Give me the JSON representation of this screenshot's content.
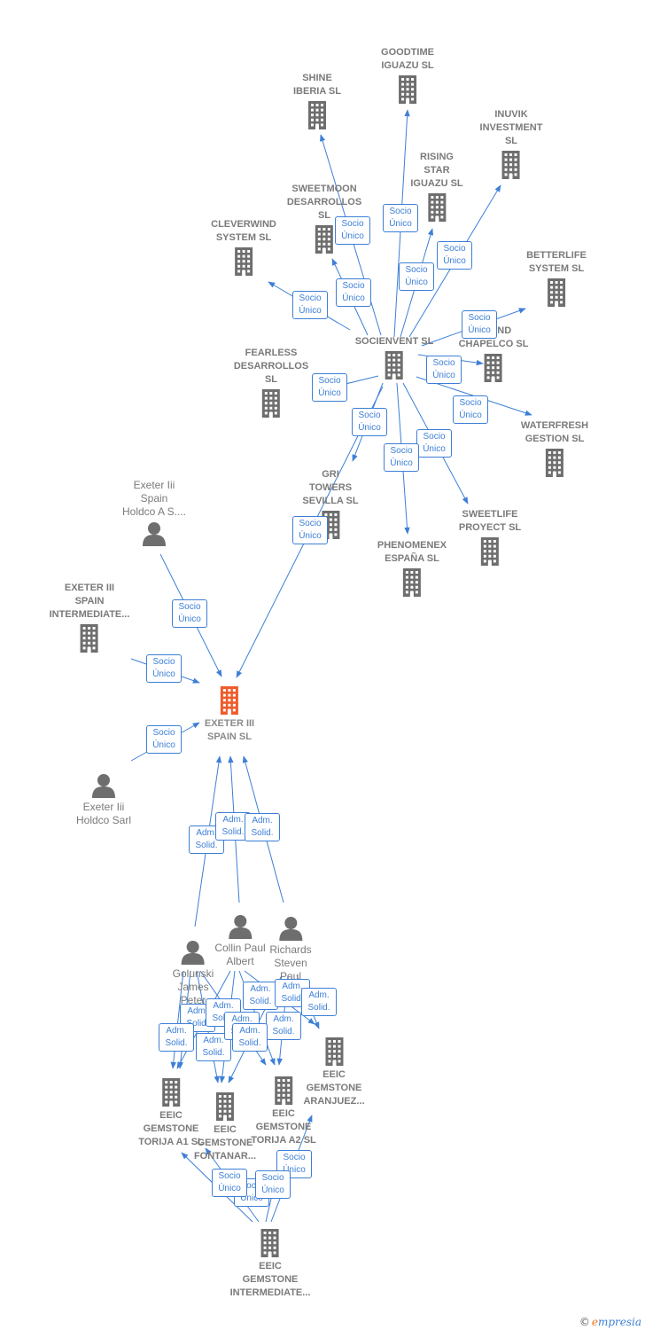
{
  "colors": {
    "edge": "#3d7fd6",
    "node_icon": "#6e6e6e",
    "main_icon": "#ef5b2b",
    "text": "#7a7a7a"
  },
  "badge_labels": {
    "socio_unico": "Socio\nÚnico",
    "adm_solid": "Adm.\nSolid."
  },
  "nodes": [
    {
      "id": "goodtime",
      "type": "company",
      "label": "GOODTIME\nIGUAZU SL"
    },
    {
      "id": "shine",
      "type": "company",
      "label": "SHINE\nIBERIA SL"
    },
    {
      "id": "inuvik",
      "type": "company",
      "label": "INUVIK\nINVESTMENT\nSL"
    },
    {
      "id": "rising",
      "type": "company",
      "label": "RISING\nSTAR\nIGUAZU SL"
    },
    {
      "id": "sweetmoon",
      "type": "company",
      "label": "SWEETMOON\nDESARROLLOS\nSL"
    },
    {
      "id": "cleverwind",
      "type": "company",
      "label": "CLEVERWIND\nSYSTEM SL"
    },
    {
      "id": "betterlife",
      "type": "company",
      "label": "BETTERLIFE\nSYSTEM SL"
    },
    {
      "id": "socienvent",
      "type": "company",
      "label": "SOCIENVENT SL"
    },
    {
      "id": "chapelco",
      "type": "company",
      "label": "…WIND\nCHAPELCO SL"
    },
    {
      "id": "fearless",
      "type": "company",
      "label": "FEARLESS\nDESARROLLOS\nSL"
    },
    {
      "id": "waterfresh",
      "type": "company",
      "label": "WATERFRESH\nGESTION SL"
    },
    {
      "id": "gri",
      "type": "company",
      "label": "GRI\nTOWERS\nSEVILLA SL"
    },
    {
      "id": "sweetlife",
      "type": "company",
      "label": "SWEETLIFE\nPROYECT SL"
    },
    {
      "id": "phenomenex",
      "type": "company",
      "label": "PHENOMENEX\nESPAÑA SL"
    },
    {
      "id": "holdco_a",
      "type": "person",
      "label": "Exeter Iii\nSpain\nHoldco A S...."
    },
    {
      "id": "intermediate",
      "type": "company",
      "label": "EXETER III\nSPAIN\nINTERMEDIATE..."
    },
    {
      "id": "main",
      "type": "main",
      "label": "EXETER III\nSPAIN SL"
    },
    {
      "id": "holdco_sarl",
      "type": "person",
      "label": "Exeter Iii\nHoldco Sarl"
    },
    {
      "id": "collin",
      "type": "person",
      "label": "Collin Paul\nAlbert"
    },
    {
      "id": "richards",
      "type": "person",
      "label": "Richards\nSteven\nPaul"
    },
    {
      "id": "golunski",
      "type": "person",
      "label": "Golunski\nJames\nPeter"
    },
    {
      "id": "eeic_aranjuez",
      "type": "company",
      "label": "EEIC\nGEMSTONE\nARANJUEZ..."
    },
    {
      "id": "eeic_torija_a1",
      "type": "company",
      "label": "EEIC\nGEMSTONE\nTORIJA A1 SL"
    },
    {
      "id": "eeic_torija_a2",
      "type": "company",
      "label": "EEIC\nGEMSTONE\nTORIJA A2 SL"
    },
    {
      "id": "eeic_fontanar",
      "type": "company",
      "label": "EEIC\nGEMSTONE\nFONTANAR..."
    },
    {
      "id": "eeic_intermediate",
      "type": "company",
      "label": "EEIC\nGEMSTONE\nINTERMEDIATE..."
    }
  ],
  "edges": [
    {
      "from": "socienvent",
      "to": "goodtime",
      "label": "socio_unico"
    },
    {
      "from": "socienvent",
      "to": "shine",
      "label": "socio_unico"
    },
    {
      "from": "socienvent",
      "to": "inuvik",
      "label": "socio_unico"
    },
    {
      "from": "socienvent",
      "to": "rising",
      "label": "socio_unico"
    },
    {
      "from": "socienvent",
      "to": "sweetmoon",
      "label": "socio_unico"
    },
    {
      "from": "socienvent",
      "to": "cleverwind",
      "label": "socio_unico"
    },
    {
      "from": "socienvent",
      "to": "betterlife",
      "label": "socio_unico"
    },
    {
      "from": "socienvent",
      "to": "chapelco",
      "label": "socio_unico"
    },
    {
      "from": "socienvent",
      "to": "waterfresh",
      "label": "socio_unico"
    },
    {
      "from": "socienvent",
      "to": "fearless",
      "label": "socio_unico"
    },
    {
      "from": "socienvent",
      "to": "gri",
      "label": "socio_unico"
    },
    {
      "from": "socienvent",
      "to": "sweetlife",
      "label": "socio_unico"
    },
    {
      "from": "socienvent",
      "to": "phenomenex",
      "label": "socio_unico"
    },
    {
      "from": "socienvent",
      "to": "main",
      "label": "socio_unico"
    },
    {
      "from": "holdco_a",
      "to": "main",
      "label": "socio_unico"
    },
    {
      "from": "intermediate",
      "to": "main",
      "label": "socio_unico"
    },
    {
      "from": "holdco_sarl",
      "to": "main",
      "label": "socio_unico"
    },
    {
      "from": "golunski",
      "to": "main",
      "label": "adm_solid"
    },
    {
      "from": "collin",
      "to": "main",
      "label": "adm_solid"
    },
    {
      "from": "richards",
      "to": "main",
      "label": "adm_solid"
    },
    {
      "from": "golunski",
      "to": "eeic_torija_a1",
      "label": "adm_solid"
    },
    {
      "from": "golunski",
      "to": "eeic_fontanar",
      "label": "adm_solid"
    },
    {
      "from": "golunski",
      "to": "eeic_torija_a2",
      "label": "adm_solid"
    },
    {
      "from": "collin",
      "to": "eeic_torija_a1",
      "label": "adm_solid"
    },
    {
      "from": "collin",
      "to": "eeic_fontanar",
      "label": "adm_solid"
    },
    {
      "from": "collin",
      "to": "eeic_torija_a2",
      "label": "adm_solid"
    },
    {
      "from": "collin",
      "to": "eeic_aranjuez",
      "label": "adm_solid"
    },
    {
      "from": "richards",
      "to": "eeic_fontanar",
      "label": "adm_solid"
    },
    {
      "from": "richards",
      "to": "eeic_torija_a2",
      "label": "adm_solid"
    },
    {
      "from": "richards",
      "to": "eeic_aranjuez",
      "label": "adm_solid"
    },
    {
      "from": "eeic_intermediate",
      "to": "eeic_fontanar",
      "label": "socio_unico"
    },
    {
      "from": "eeic_intermediate",
      "to": "eeic_torija_a2",
      "label": "socio_unico"
    },
    {
      "from": "eeic_intermediate",
      "to": "eeic_aranjuez",
      "label": "socio_unico"
    },
    {
      "from": "eeic_intermediate",
      "to": "eeic_torija_a1",
      "label": "socio_unico"
    }
  ],
  "watermark": {
    "copyright": "©",
    "brand_initial": "e",
    "brand_rest": "mpresia"
  }
}
